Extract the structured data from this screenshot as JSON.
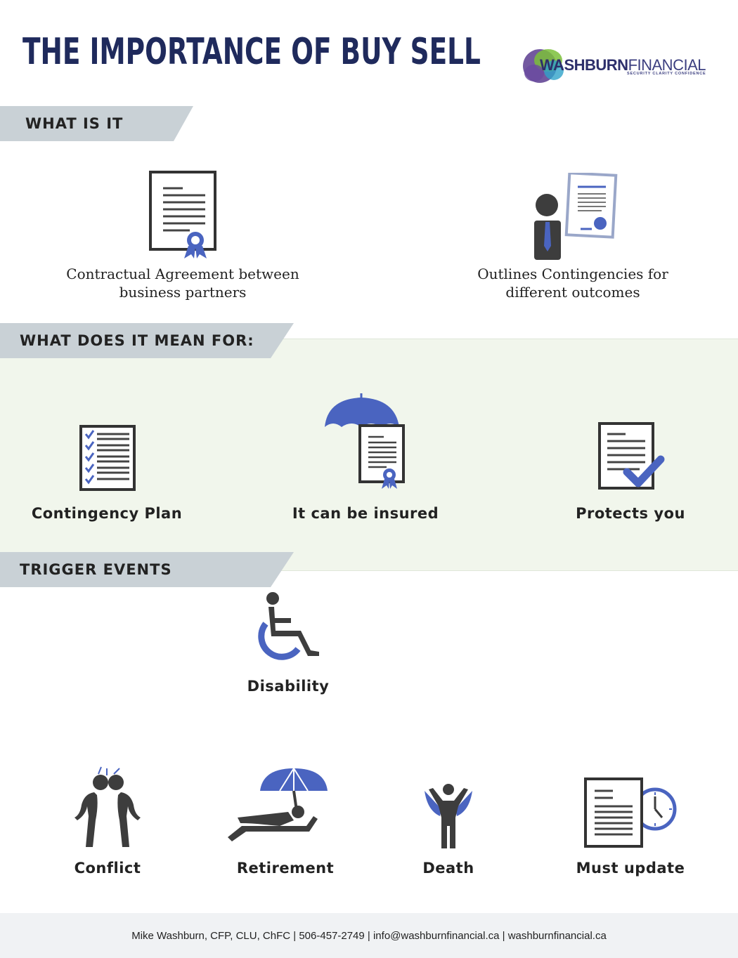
{
  "title": "THE IMPORTANCE OF BUY SELL",
  "logo": {
    "name_bold": "WASHBURN",
    "name_light": "FINANCIAL",
    "tagline": "SECURITY CLARITY CONFIDENCE"
  },
  "sections": {
    "what_is_it": {
      "label": "WHAT IS IT",
      "items": [
        {
          "line1": "Contractual Agreement between",
          "line2": "business partners",
          "icon": "certificate-icon"
        },
        {
          "line1": "Outlines Contingencies for",
          "line2": "different outcomes",
          "icon": "person-document-icon"
        }
      ]
    },
    "meaning": {
      "label": "WHAT DOES IT MEAN FOR:",
      "items": [
        {
          "label": "Contingency Plan",
          "icon": "checklist-icon"
        },
        {
          "label": "It can be insured",
          "icon": "umbrella-certificate-icon"
        },
        {
          "label": "Protects you",
          "icon": "document-check-icon"
        }
      ]
    },
    "triggers": {
      "label": "TRIGGER EVENTS",
      "items": [
        {
          "label": "Disability",
          "icon": "wheelchair-icon"
        },
        {
          "label": "Conflict",
          "icon": "conflict-icon"
        },
        {
          "label": "Retirement",
          "icon": "retirement-icon"
        },
        {
          "label": "Death",
          "icon": "angel-icon"
        },
        {
          "label": "Must update",
          "icon": "document-clock-icon"
        }
      ]
    }
  },
  "footer": "Mike Washburn, CFP, CLU, ChFC | 506-457-2749 | info@washburnfinancial.ca | washburnfinancial.ca",
  "colors": {
    "navy": "#1f2a5c",
    "accent_blue": "#4a64c0",
    "dark_gray": "#3d3d3d",
    "section_gray": "#c9d1d6",
    "band_green": "#f1f6ec"
  }
}
